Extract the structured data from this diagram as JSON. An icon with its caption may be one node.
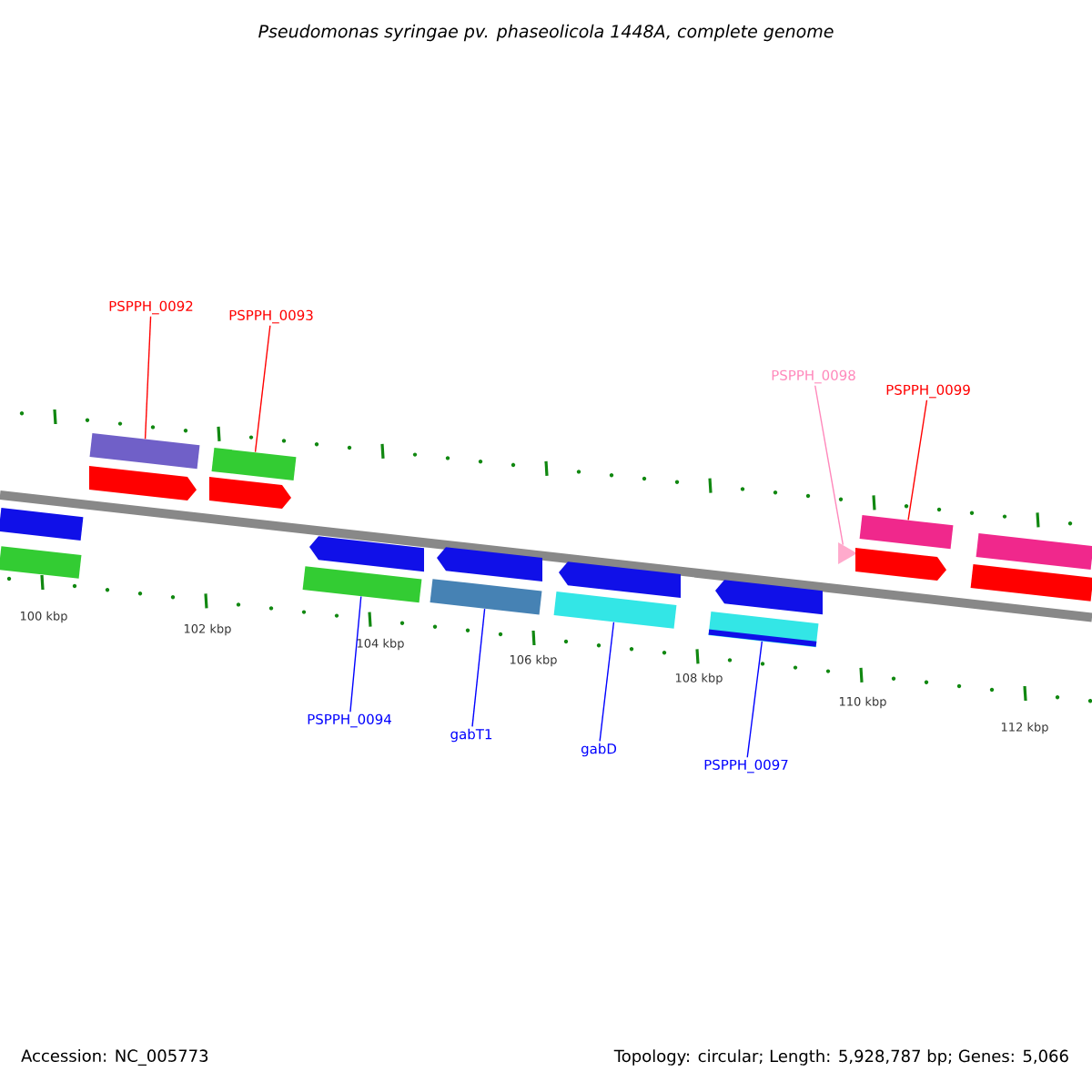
{
  "diagram": {
    "title": "Pseudomonas syringae pv. phaseolicola 1448A, complete genome",
    "nodes": [
      {
        "text": [
          "PSPPH_0092"
        ]
      },
      {
        "text": [
          "PSPPH_0093"
        ]
      },
      {
        "text": [
          "PSPPH_0094"
        ]
      },
      {
        "text": [
          "gabT1"
        ]
      },
      {
        "text": [
          "gabD"
        ]
      },
      {
        "text": [
          "PSPPH_0097"
        ]
      },
      {
        "text": [
          "PSPPH_0098"
        ]
      },
      {
        "text": [
          "PSPPH_0099"
        ]
      },
      {
        "text": [],
        "shape": "bar"
      },
      {
        "text": [],
        "shape": "bar"
      },
      {
        "text": [],
        "shape": "bar"
      },
      {
        "text": [],
        "shape": "arrow"
      },
      {
        "text": [],
        "shape": "bar"
      },
      {
        "text": [],
        "shape": "arrow"
      },
      {
        "text": [],
        "shape": "arrow"
      },
      {
        "text": [],
        "shape": "bar"
      },
      {
        "text": [],
        "shape": "arrow"
      },
      {
        "text": [],
        "shape": "bar"
      },
      {
        "text": [],
        "shape": "arrow"
      },
      {
        "text": [],
        "shape": "bar"
      },
      {
        "text": [],
        "shape": "arrow"
      },
      {
        "text": [],
        "shape": "bar"
      },
      {
        "text": [],
        "shape": "triangle"
      },
      {
        "text": [],
        "shape": "bar"
      },
      {
        "text": [],
        "shape": "arrow"
      },
      {
        "text": [],
        "shape": "bar"
      },
      {
        "text": [],
        "shape": "bar"
      }
    ],
    "edges": [
      {
        "from": 0,
        "to": 10,
        "arrow": "none",
        "color": "#ff0000"
      },
      {
        "from": 1,
        "to": 12,
        "arrow": "none",
        "color": "#ff0000"
      },
      {
        "from": 2,
        "to": 15,
        "arrow": "none"
      },
      {
        "from": 3,
        "to": 17,
        "arrow": "none"
      },
      {
        "from": 4,
        "to": 19,
        "arrow": "none"
      },
      {
        "from": 5,
        "to": 21,
        "arrow": "none"
      },
      {
        "from": 6,
        "to": 22,
        "arrow": "none",
        "color": "#ff88bb"
      },
      {
        "from": 7,
        "to": 23,
        "arrow": "none",
        "color": "#ff0000"
      }
    ],
    "labels": [
      "100 kbp",
      "102 kbp",
      "104 kbp",
      "106 kbp",
      "108 kbp",
      "110 kbp",
      "112 kbp",
      "Accession: NC_005773",
      "Topology: circular; Length: 5,928,787 bp; Genes: 5,066"
    ]
  }
}
